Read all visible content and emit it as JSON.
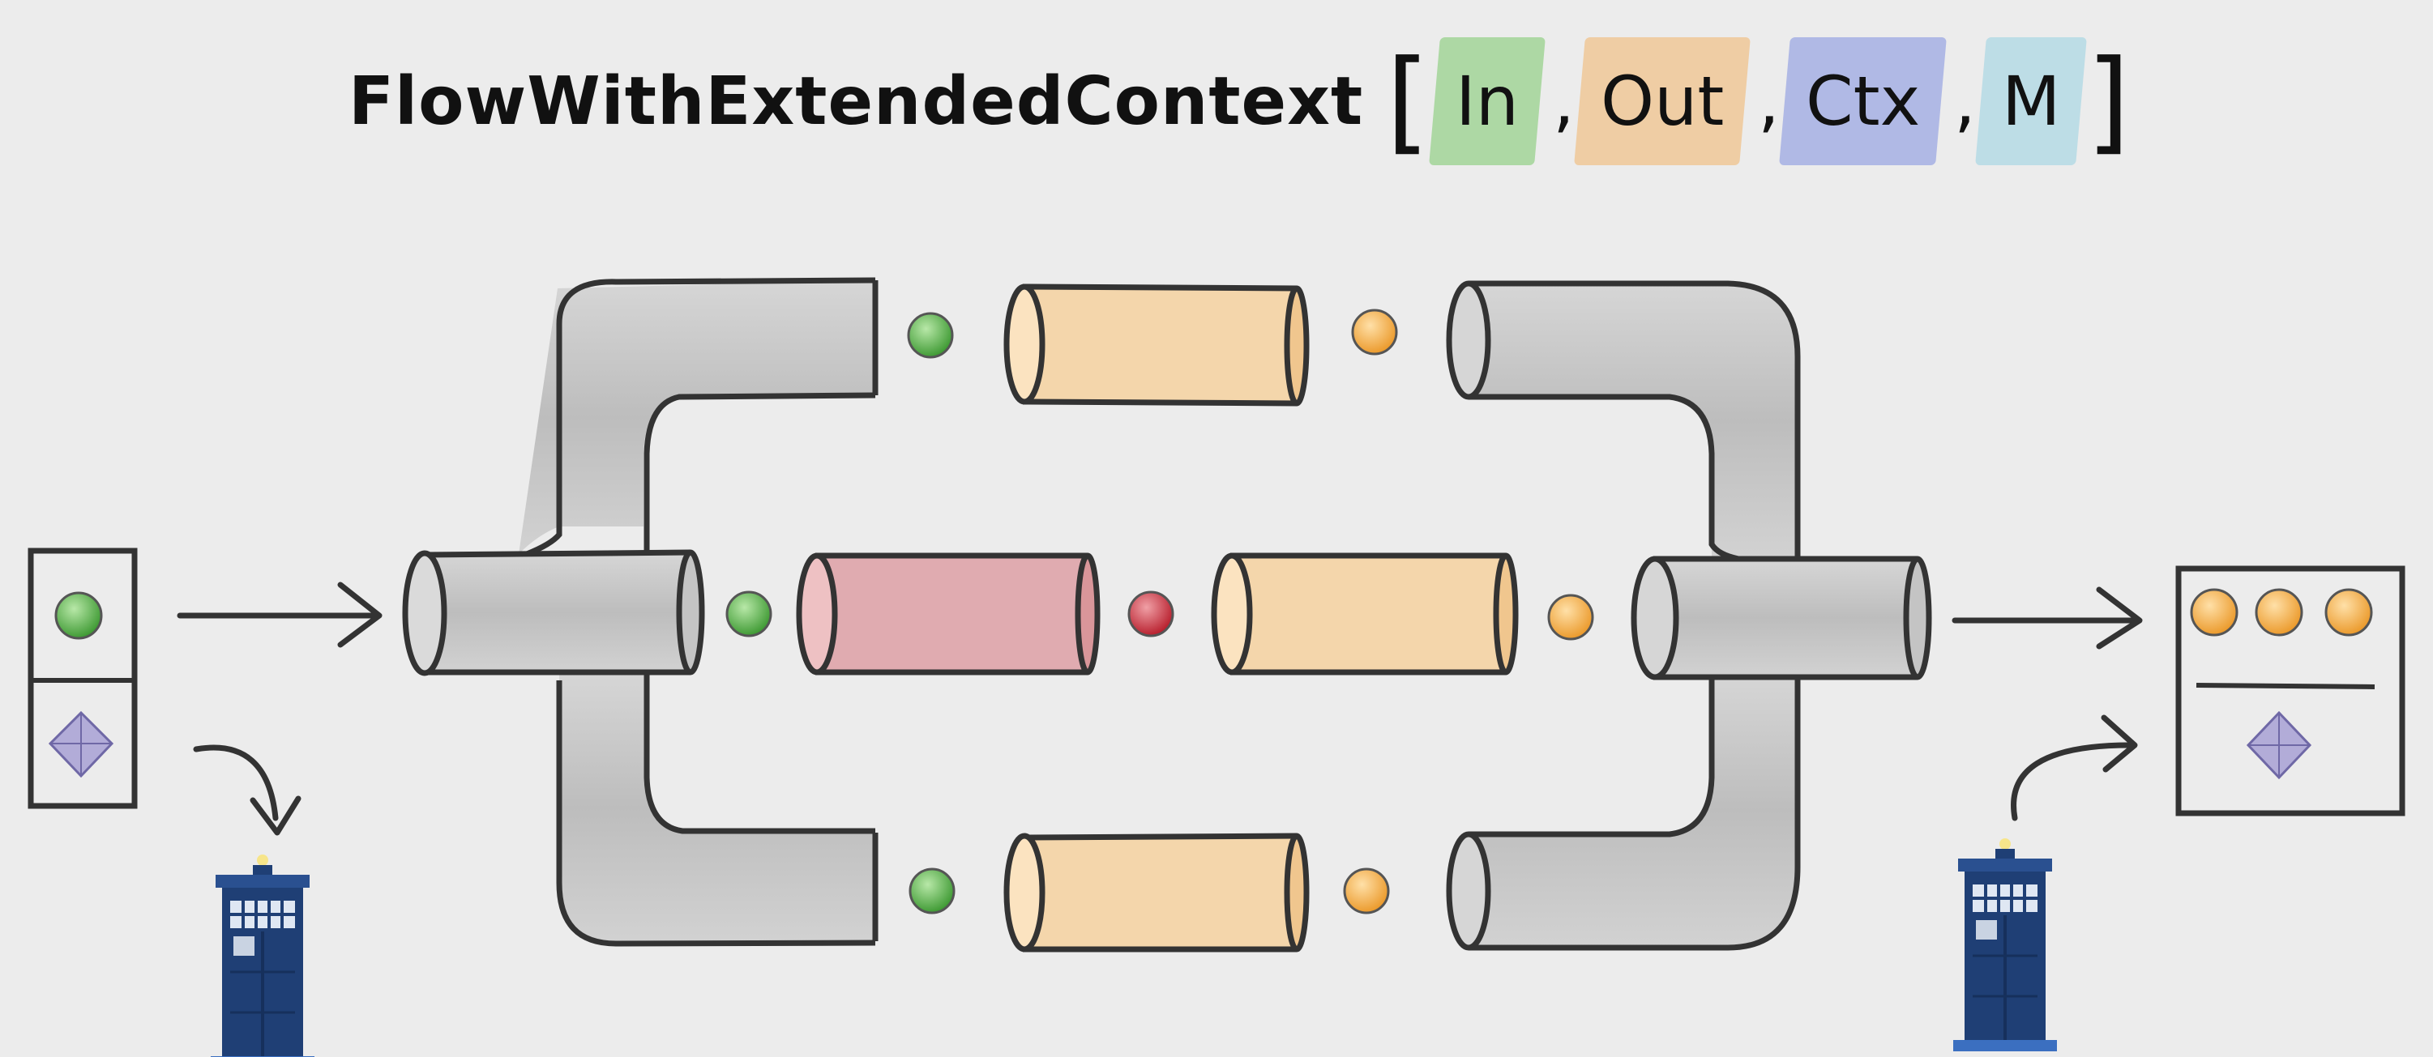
{
  "title": {
    "name": "FlowWithExtendedContext",
    "open_bracket": "[",
    "close_bracket": "]",
    "separator": ",",
    "params": [
      {
        "label": "In",
        "color": "#7ac86a"
      },
      {
        "label": "Out",
        "color": "#f3b56a"
      },
      {
        "label": "Ctx",
        "color": "#7f8fe0"
      },
      {
        "label": "M",
        "color": "#9fd3e3"
      }
    ]
  },
  "colors": {
    "input_element": "#4aa53d",
    "output_element": "#f0a237",
    "error_element": "#c8313e",
    "pipe": "#c6c6c6",
    "flow_orange": "#f7cf96",
    "flow_red": "#d98088",
    "context_icon": "#9c95c8",
    "police_box": "#1f3f75",
    "outline": "#333333"
  },
  "icons": {
    "context": "diamond-icon",
    "materialization": "police-box-icon"
  }
}
